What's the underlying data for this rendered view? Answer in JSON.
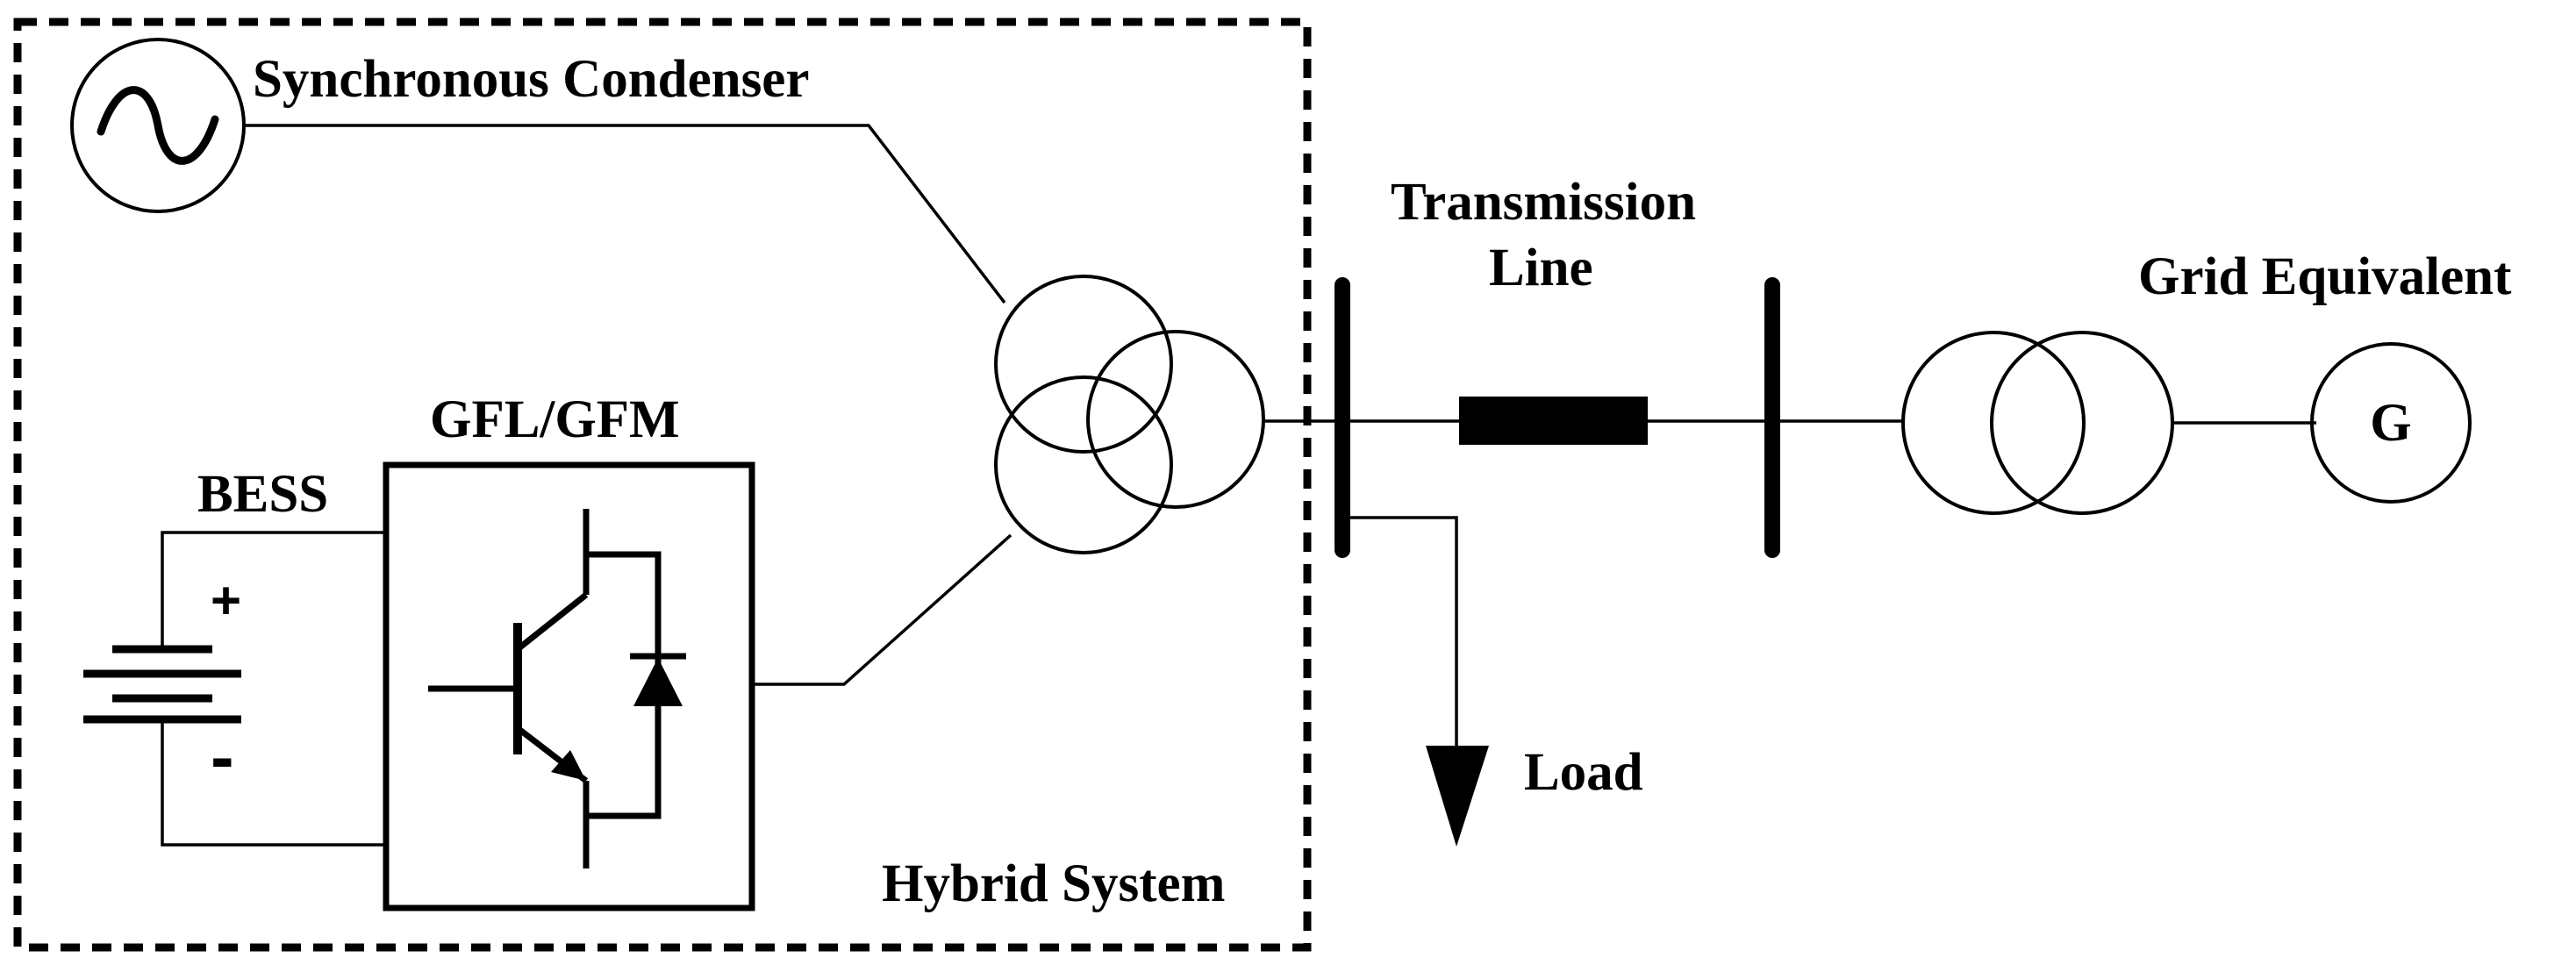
{
  "labels": {
    "synchronous_condenser": "Synchronous Condenser",
    "transmission_line_1": "Transmission",
    "transmission_line_2": "Line",
    "grid_equivalent": "Grid Equivalent",
    "converter": "GFL/GFM",
    "bess": "BESS",
    "plus": "+",
    "minus": "-",
    "load": "Load",
    "hybrid_system": "Hybrid System",
    "generator": "G"
  },
  "colors": {
    "line": "#000000",
    "background": "#ffffff"
  }
}
